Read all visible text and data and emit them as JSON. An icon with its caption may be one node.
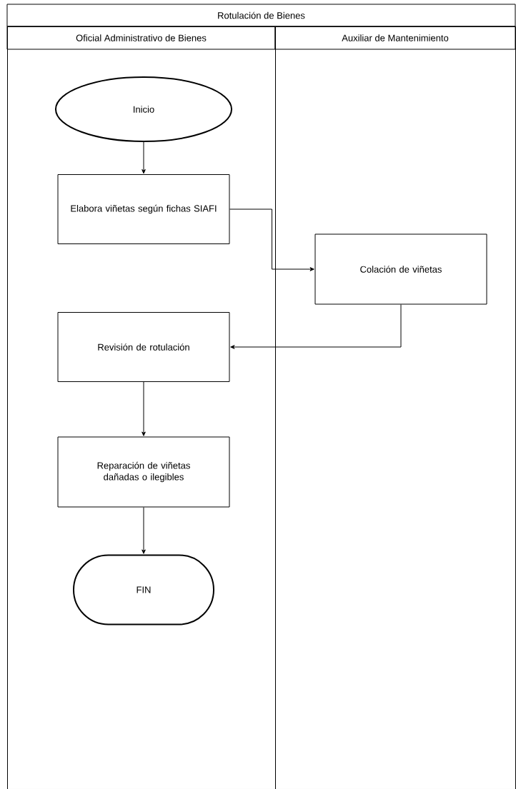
{
  "diagram": {
    "title": "Rotulación de Bienes",
    "nodes": [
      {
        "text": [
          "Oficial Administrativo de Bienes"
        ]
      },
      {
        "text": [
          "Auxiliar de Mantenimiento"
        ]
      },
      {
        "text": [
          "Inicio"
        ],
        "in": 0
      },
      {
        "text": [
          "Elabora viñetas según fichas SIAFI"
        ],
        "in": 0
      },
      {
        "text": [
          "Colación de viñetas"
        ],
        "in": 1
      },
      {
        "text": [
          "Revisión de rotulación"
        ],
        "in": 0
      },
      {
        "text": [
          "Reparación de viñetas dañadas o ilegibles"
        ],
        "in": 0
      },
      {
        "text": [
          "FIN"
        ],
        "in": 0
      }
    ],
    "edges": [
      {
        "from": 2,
        "to": 3,
        "arrow": "to"
      },
      {
        "from": 3,
        "to": 4,
        "arrow": "to"
      },
      {
        "from": 4,
        "to": 5,
        "arrow": "to"
      },
      {
        "from": 5,
        "to": 6,
        "arrow": "to"
      },
      {
        "from": 6,
        "to": 7,
        "arrow": "to"
      }
    ]
  }
}
